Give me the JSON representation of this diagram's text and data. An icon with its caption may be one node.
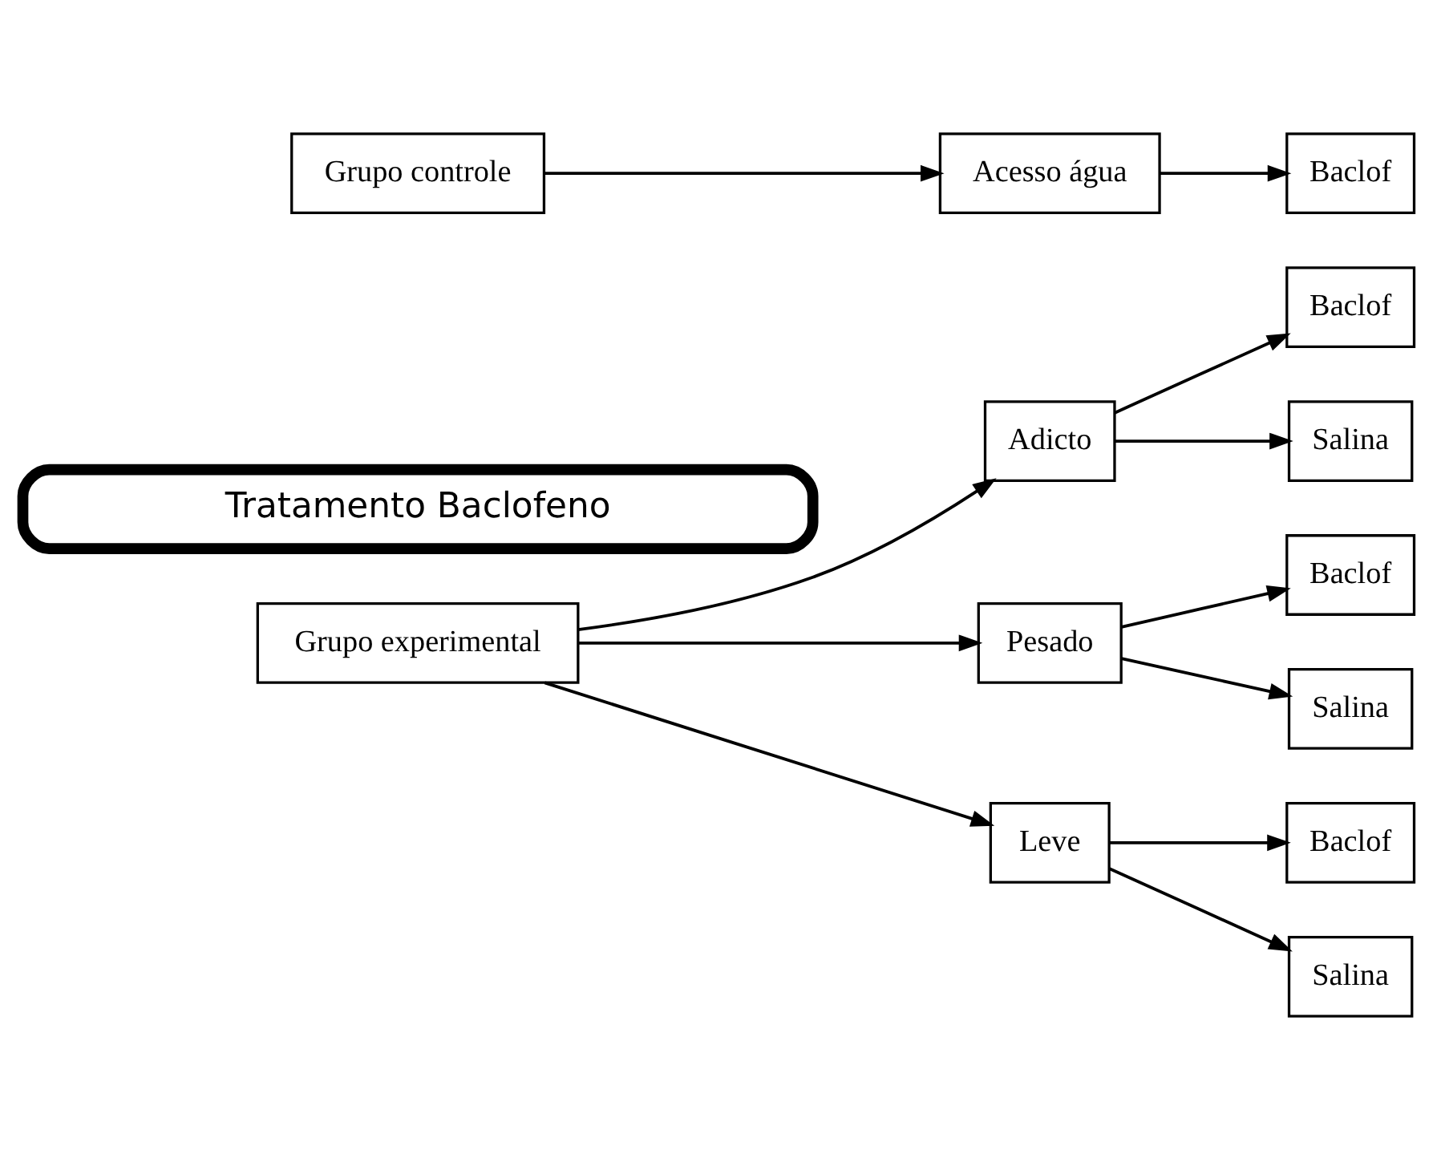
{
  "diagram": {
    "nodes": [
      {
        "text": [
          "Tratamento Baclofeno"
        ]
      },
      {
        "text": [
          "Grupo experimental"
        ]
      },
      {
        "text": [
          "Adicto"
        ]
      },
      {
        "text": [
          "Pesado"
        ]
      },
      {
        "text": [
          "Leve"
        ]
      },
      {
        "text": [
          "Baclof"
        ]
      },
      {
        "text": [
          "Salina"
        ]
      },
      {
        "text": [
          "Baclof"
        ]
      },
      {
        "text": [
          "Salina"
        ]
      },
      {
        "text": [
          "Baclof"
        ]
      },
      {
        "text": [
          "Salina"
        ]
      },
      {
        "text": [
          "Grupo controle"
        ]
      },
      {
        "text": [
          "Acesso água"
        ]
      },
      {
        "text": [
          "Baclof"
        ]
      }
    ],
    "edges": [
      {
        "from": 1,
        "to": 2,
        "arrow": "to"
      },
      {
        "from": 1,
        "to": 3,
        "arrow": "to"
      },
      {
        "from": 1,
        "to": 4,
        "arrow": "to"
      },
      {
        "from": 2,
        "to": 5,
        "arrow": "to"
      },
      {
        "from": 2,
        "to": 6,
        "arrow": "to"
      },
      {
        "from": 3,
        "to": 7,
        "arrow": "to"
      },
      {
        "from": 3,
        "to": 8,
        "arrow": "to"
      },
      {
        "from": 4,
        "to": 9,
        "arrow": "to"
      },
      {
        "from": 4,
        "to": 10,
        "arrow": "to"
      },
      {
        "from": 11,
        "to": 12,
        "arrow": "to"
      },
      {
        "from": 12,
        "to": 13,
        "arrow": "to"
      }
    ]
  }
}
